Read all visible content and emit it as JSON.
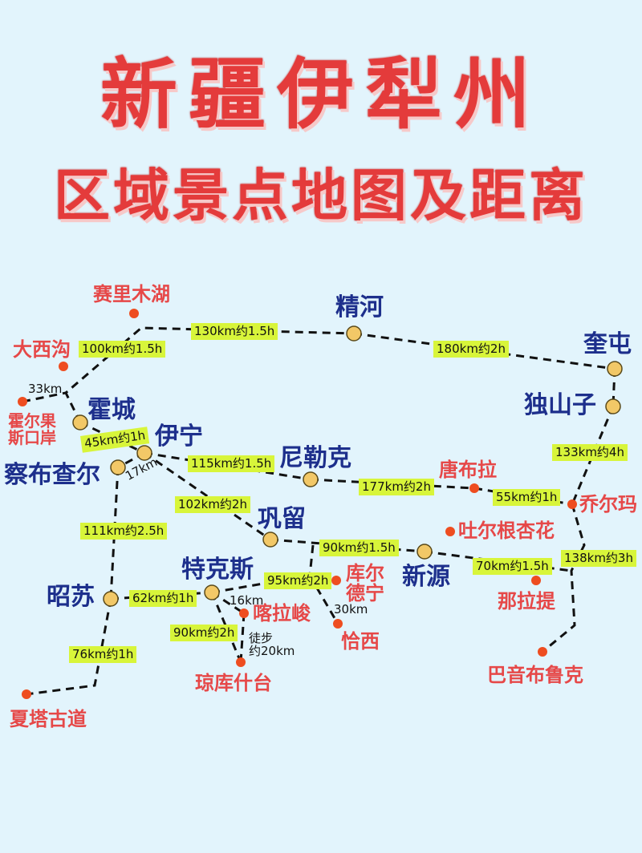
{
  "title": {
    "line1": "新疆伊犁州",
    "line2": "区域景点地图及距离"
  },
  "colors": {
    "background": "#e2f4fc",
    "title_red": "#e43b3b",
    "city_blue": "#1d2f8c",
    "spot_red": "#e64848",
    "city_dot": "#f2c867",
    "spot_dot": "#ee4d20",
    "distance_label_bg": "#d8f53a"
  },
  "legend_semantics": {
    "city_node": "yellow circle = county/city",
    "spot_node": "red dot = scenic spot",
    "route": "black dashed line = route"
  },
  "cities": {
    "huocheng": "霍城",
    "yining": "伊宁",
    "chabuchaer": "察布查尔",
    "jinghe": "精河",
    "kuitun": "奎屯",
    "dushanzi": "独山子",
    "nileke": "尼勒克",
    "gongliu": "巩留",
    "xinyuan": "新源",
    "tekesi": "特克斯",
    "zhaosu": "昭苏"
  },
  "spots": {
    "sailimuhu": "赛里木湖",
    "daxigou": "大西沟",
    "horgos_l1": "霍尔果",
    "horgos_l2": "斯口岸",
    "tangbula": "唐布拉",
    "qiaoerma": "乔尔玛",
    "tuergen": "吐尔根杏花",
    "nalati": "那拉提",
    "kuerdening_l1": "库尔",
    "kuerdening_l2": "德宁",
    "kalajun": "喀拉峻",
    "qiaxi": "恰西",
    "qiongkushitai": "琼库什台",
    "bayinbuluke": "巴音布鲁克",
    "xiatagudao": "夏塔古道"
  },
  "distances": {
    "huocheng_sailimuhu": "100km约1.5h",
    "sailimuhu_jinghe": "130km约1.5h",
    "jinghe_kuitun": "180km约2h",
    "horgos_junction": "33km",
    "huocheng_yining": "45km约1h",
    "yining_chabuchaer": "17km",
    "yining_nileke": "115km约1.5h",
    "yining_gongliu": "102km约2h",
    "chabuchaer_zhaosu": "111km约2.5h",
    "nileke_tangbula": "177km约2h",
    "tangbula_qiaoerma": "55km约1h",
    "dushanzi_qiaoerma": "133km约4h",
    "gongliu_xinyuan": "90km约1.5h",
    "xinyuan_nalati": "70km约1.5h",
    "qiaoerma_bayinbuluke": "138km约3h",
    "tekesi_kuerdening": "95km约2h",
    "kuerdening_qiaxi": "30km",
    "zhaosu_tekesi": "62km约1h",
    "tekesi_kalajun": "16km",
    "tekesi_qiongkushitai": "90km约2h",
    "kalajun_qiongkushitai_l1": "徒步",
    "kalajun_qiongkushitai_l2": "约20km",
    "zhaosu_xiatagudao": "76km约1h"
  }
}
